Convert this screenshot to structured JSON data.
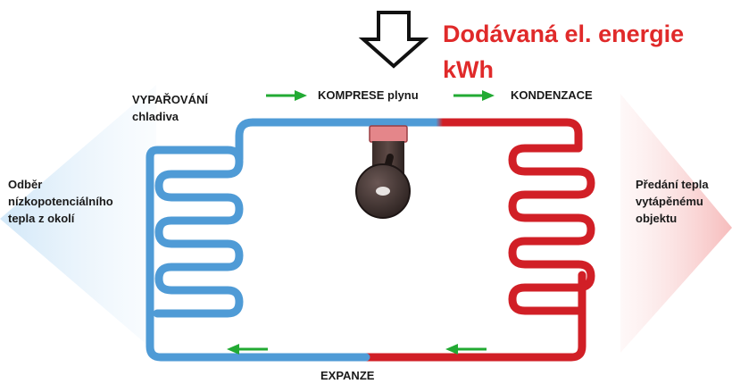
{
  "colors": {
    "cold": "#4f9bd6",
    "hot": "#d11f26",
    "flow_arrow": "#22aa33",
    "energy_text": "#e02a2a"
  },
  "energy_label": {
    "line1": "Dodávaná el. energie",
    "line2": "kWh"
  },
  "labels": {
    "evaporation": [
      "VYPAŘOVÁNÍ",
      "chladiva"
    ],
    "compression": "KOMPRESE plynu",
    "condensation": "KONDENZACE",
    "expansion": "EXPANZE",
    "heat_intake": [
      "Odběr",
      "nízkopotenciálního",
      "tepla z okolí"
    ],
    "heat_output": [
      "Předání tepla",
      "vytápěnému",
      "objektu"
    ]
  }
}
